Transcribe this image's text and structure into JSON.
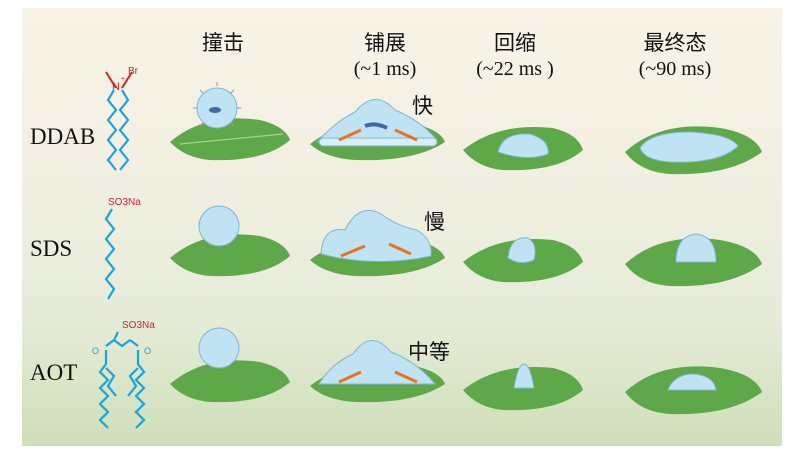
{
  "columns": [
    {
      "title": "撞击",
      "sub": ""
    },
    {
      "title": "铺展",
      "sub": "(~1 ms)"
    },
    {
      "title": "回缩",
      "sub": "(~22 ms )"
    },
    {
      "title": "最终态",
      "sub": "(~90 ms)"
    }
  ],
  "rows": [
    {
      "label": "DDAB",
      "speed": "快",
      "head1": "N",
      "head2": "Br"
    },
    {
      "label": "SDS",
      "speed": "慢",
      "head1": "SO3Na"
    },
    {
      "label": "AOT",
      "speed": "中等",
      "head1": "SO3Na",
      "o": "O"
    }
  ],
  "colors": {
    "chain": "#1aa3dc",
    "head": "#d2232a",
    "leaf": "#5fa84a",
    "droplet": "#bfe3f2",
    "arrow": "#e8731f"
  }
}
